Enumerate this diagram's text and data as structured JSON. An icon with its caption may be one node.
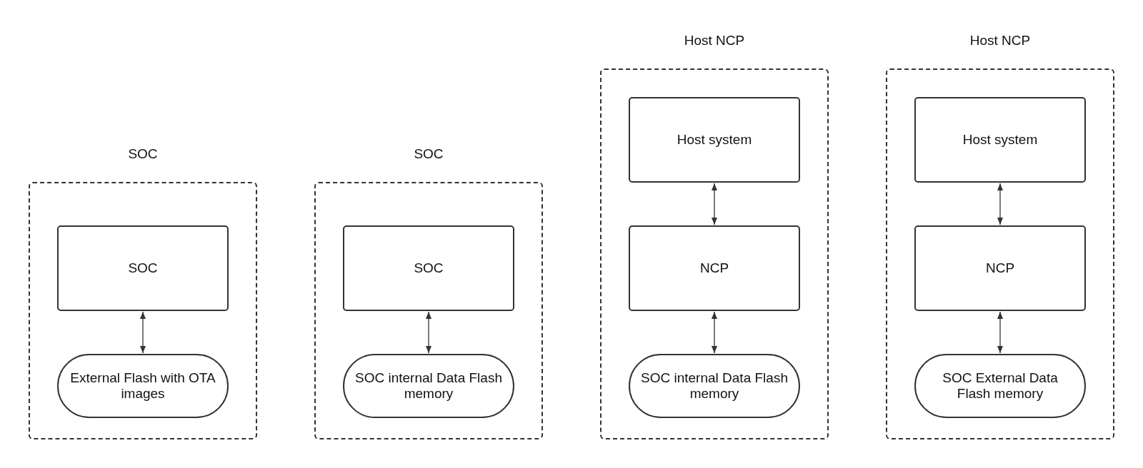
{
  "diagram": {
    "nodes": [
      {
        "text": [
          "SOC"
        ]
      },
      {
        "text": [
          "SOC"
        ],
        "in": 0
      },
      {
        "text": [
          "External Flash with OTA images"
        ],
        "in": 0
      },
      {
        "text": [
          "SOC"
        ]
      },
      {
        "text": [
          "SOC"
        ],
        "in": 3
      },
      {
        "text": [
          "SOC internal Data Flash memory"
        ],
        "in": 3
      },
      {
        "text": [
          "Host NCP"
        ]
      },
      {
        "text": [
          "Host system"
        ],
        "in": 6
      },
      {
        "text": [
          "NCP"
        ],
        "in": 6
      },
      {
        "text": [
          "SOC internal Data Flash memory"
        ],
        "in": 6
      },
      {
        "text": [
          "Host NCP"
        ]
      },
      {
        "text": [
          "Host system"
        ],
        "in": 10
      },
      {
        "text": [
          "NCP"
        ],
        "in": 10
      },
      {
        "text": [
          "SOC External Data Flash memory"
        ],
        "in": 10
      }
    ],
    "edges": [
      {
        "from": 1,
        "to": 2,
        "arrow": "both"
      },
      {
        "from": 4,
        "to": 5,
        "arrow": "both"
      },
      {
        "from": 7,
        "to": 8,
        "arrow": "both"
      },
      {
        "from": 8,
        "to": 9,
        "arrow": "both"
      },
      {
        "from": 11,
        "to": 12,
        "arrow": "both"
      },
      {
        "from": 12,
        "to": 13,
        "arrow": "both"
      }
    ]
  }
}
